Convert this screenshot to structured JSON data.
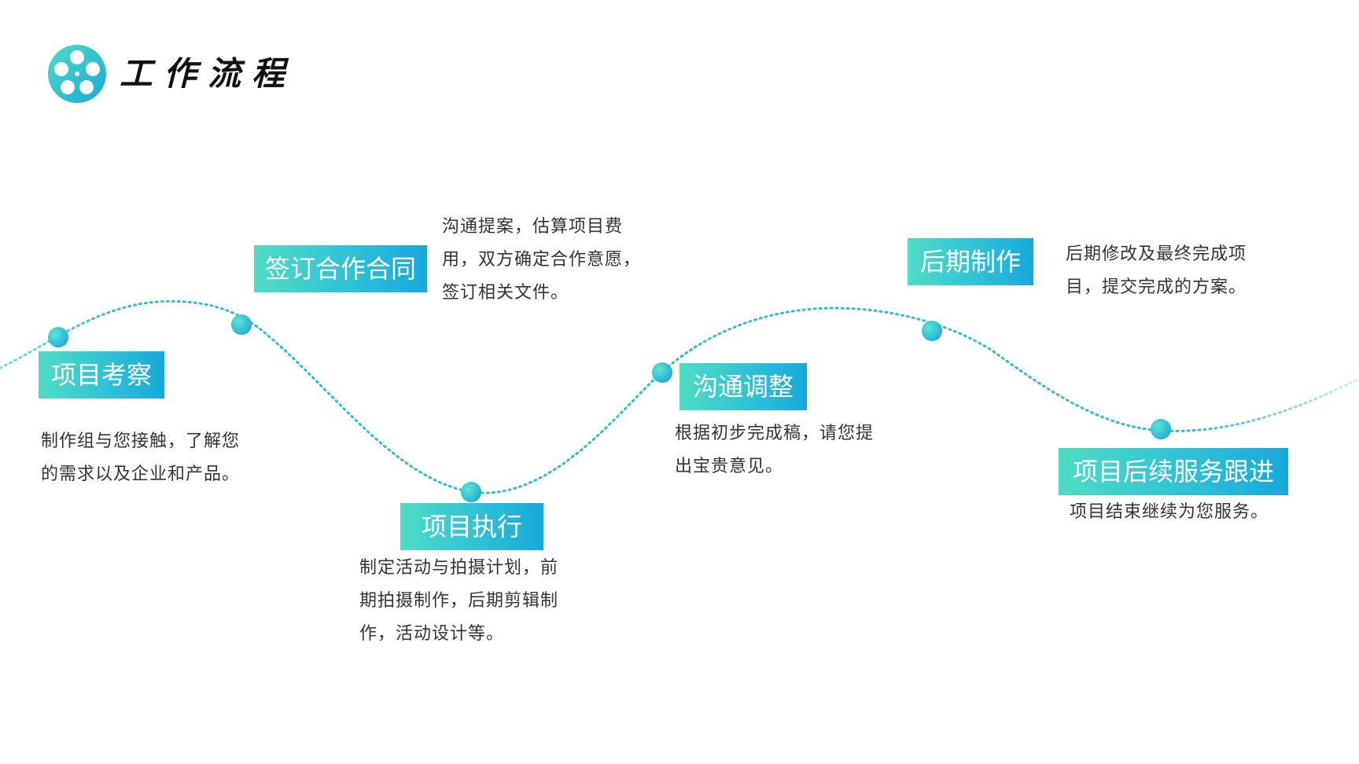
{
  "header": {
    "title": "工作流程",
    "logo_icon": "film-reel-icon"
  },
  "colors": {
    "gradient_start": "#4fdcc4",
    "gradient_mid": "#2fc2d6",
    "gradient_end": "#17a8dc",
    "curve": "#2bbfd0"
  },
  "steps": [
    {
      "label": "项目考察",
      "desc": "制作组与您接触，了解您的需求以及企业和产品。"
    },
    {
      "label": "签订合作合同",
      "desc": "沟通提案，估算项目费用，双方确定合作意愿，签订相关文件。"
    },
    {
      "label": "项目执行",
      "desc": "制定活动与拍摄计划，前期拍摄制作，后期剪辑制作，活动设计等。"
    },
    {
      "label": "沟通调整",
      "desc": "根据初步完成稿，请您提出宝贵意见。"
    },
    {
      "label": "后期制作",
      "desc": "后期修改及最终完成项目，提交完成的方案。"
    },
    {
      "label": "项目后续服务跟进",
      "desc": "项目结束继续为您服务。"
    }
  ]
}
